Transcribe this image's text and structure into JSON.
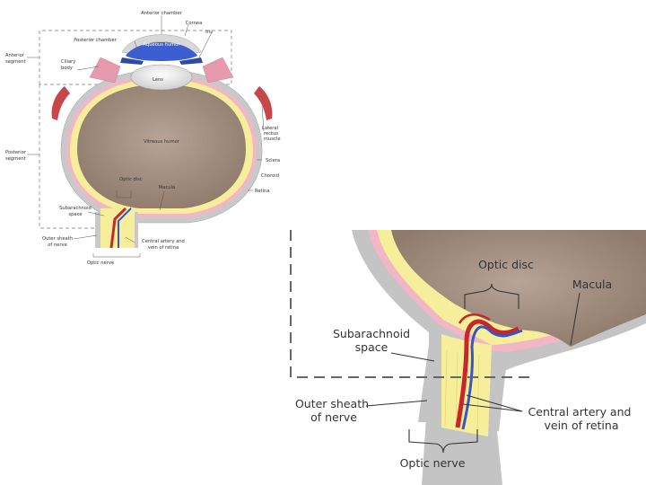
{
  "overview": {
    "anterior_chamber": "Anterior chamber",
    "cornea": "Cornea",
    "iris": "Iris",
    "posterior_chamber": "Posterior chamber",
    "aqueous_humor": "Aqueous humor",
    "anterior_segment_l1": "Anterior",
    "anterior_segment_l2": "segment",
    "ciliary_body_l1": "Ciliary",
    "ciliary_body_l2": "body",
    "lens": "Lens",
    "lateral_rectus_l1": "Lateral",
    "lateral_rectus_l2": "rectus",
    "lateral_rectus_l3": "muscle",
    "vitreous_humor": "Vitreous humor",
    "posterior_segment_l1": "Posterior",
    "posterior_segment_l2": "segment",
    "sclera": "Sclera",
    "choroid": "Choroid",
    "optic_disc": "Optic disc",
    "macula": "Macula",
    "retina": "Retina",
    "subarachnoid_l1": "Subarachnoid",
    "subarachnoid_l2": "space",
    "outer_sheath_l1": "Outer sheath",
    "outer_sheath_l2": "of nerve",
    "central_artery_l1": "Central artery and",
    "central_artery_l2": "vein of retina",
    "optic_nerve": "Optic nerve"
  },
  "zoom": {
    "optic_disc": "Optic disc",
    "macula": "Macula",
    "subarachnoid_l1": "Subarachnoid",
    "subarachnoid_l2": "space",
    "outer_sheath_l1": "Outer sheath",
    "outer_sheath_l2": "of nerve",
    "central_artery_l1": "Central artery and",
    "central_artery_l2": "vein of retina",
    "optic_nerve": "Optic nerve"
  },
  "colors": {
    "sclera": "#c9c9c9",
    "choroid": "#f3b6c6",
    "retina": "#f6ee9a",
    "vitreous": "#a08a7b",
    "aqueous": "#3b5fd0",
    "artery": "#c8262a",
    "vein": "#3555c8",
    "muscle": "#c8454a"
  }
}
